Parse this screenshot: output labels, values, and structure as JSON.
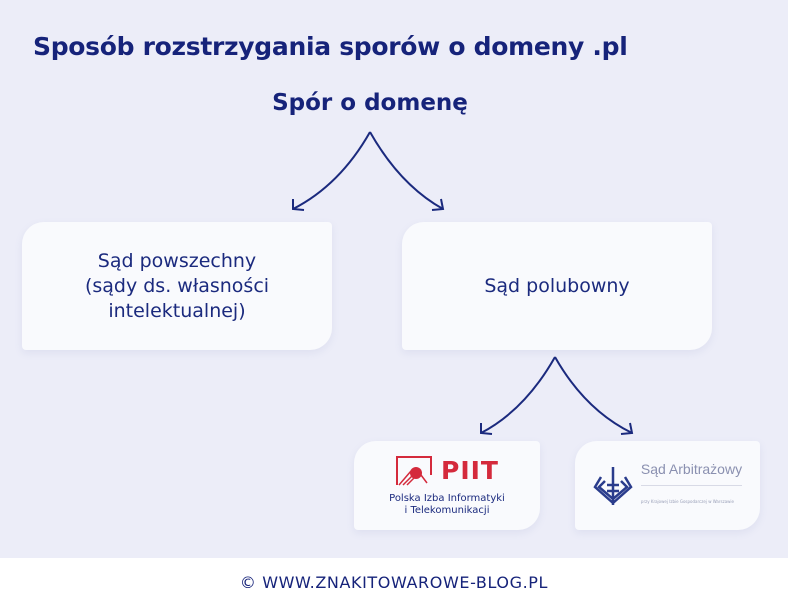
{
  "title": "Sposób rozstrzygania sporów o domeny .pl",
  "root": "Spór o domenę",
  "nodes": {
    "common_court": [
      "Sąd powszechny",
      "(sądy ds. własności",
      "intelektualnej)"
    ],
    "arbitration": "Sąd polubowny"
  },
  "logos": {
    "piit": {
      "mark": "PIIT",
      "line1": "Polska Izba Informatyki",
      "line2": "i Telekomunikacji"
    },
    "sad_arbitrazowy": {
      "title": "Sąd Arbitrażowy",
      "subtitle": "przy Krajowej Izbie Gospodarczej w Warszawie"
    }
  },
  "footer": "© WWW.ZNAKITOWAROWE-BLOG.PL",
  "colors": {
    "primary": "#16237a",
    "piit_red": "#d42a3c",
    "background": "#ecedf8"
  }
}
